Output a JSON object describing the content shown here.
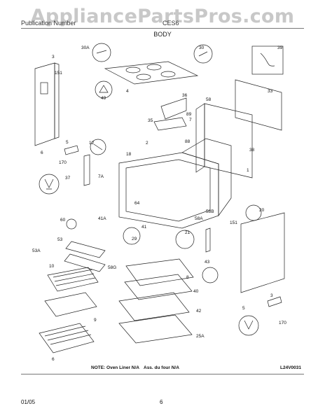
{
  "watermark": "AppliancePartsPros.com",
  "header": {
    "publication_label": "Publication Number",
    "model": "CES6",
    "section_title": "BODY"
  },
  "labels": {
    "p3": "3",
    "p151": "151",
    "p49": "49",
    "p4": "4",
    "p30A": "30A",
    "p30": "30",
    "p39": "39",
    "p33": "33",
    "p36": "36",
    "p89": "89",
    "p35": "35",
    "p7": "7",
    "p88": "88",
    "p58": "58",
    "p38": "38",
    "p1": "1",
    "p5": "5",
    "p170": "170",
    "p12": "12",
    "p18": "18",
    "p2": "2",
    "p7A": "7A",
    "p37": "37",
    "p64": "64",
    "p41A": "41A",
    "p60": "60",
    "p41": "41",
    "p58A": "58A",
    "p58B": "58B",
    "p20": "20",
    "p21": "21",
    "p29": "29",
    "p53": "53",
    "p53A": "53A",
    "p58G": "58G",
    "p10": "10",
    "p9": "9",
    "p8": "8",
    "p40": "40",
    "p42": "42",
    "p43": "43",
    "p25A": "25A",
    "p6": "6",
    "p151b": "151",
    "p3b": "3",
    "p5b": "5",
    "p170b": "170"
  },
  "footer": {
    "note_left": "NOTE: Oven Liner N/A",
    "note_right": "Ass. du four N/A",
    "reference": "L24V0031",
    "date": "01/05",
    "page": "6"
  }
}
